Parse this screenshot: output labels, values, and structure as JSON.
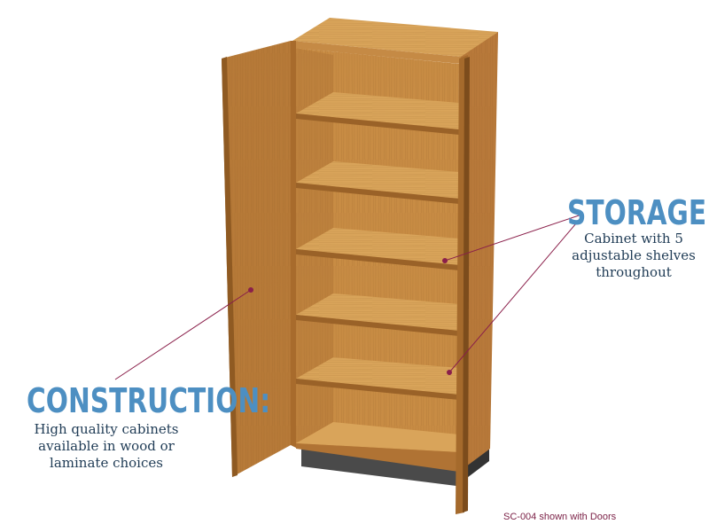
{
  "callouts": {
    "storage": {
      "heading": "STORAGE:",
      "body": "Cabinet with 5 adjustable shelves throughout"
    },
    "construction": {
      "heading": "CONSTRUCTION:",
      "body": "High quality cabinets available in wood or laminate choices"
    }
  },
  "caption": "SC-004 shown with Doors",
  "colors": {
    "heading": "#4d8fc2",
    "body_text": "#1f3b55",
    "leader_line": "#8a1f4a",
    "caption": "#7a1f45",
    "wood_light": "#d8a054",
    "wood_mid": "#c08440",
    "wood_dark": "#9a6228",
    "base": "#454545"
  }
}
